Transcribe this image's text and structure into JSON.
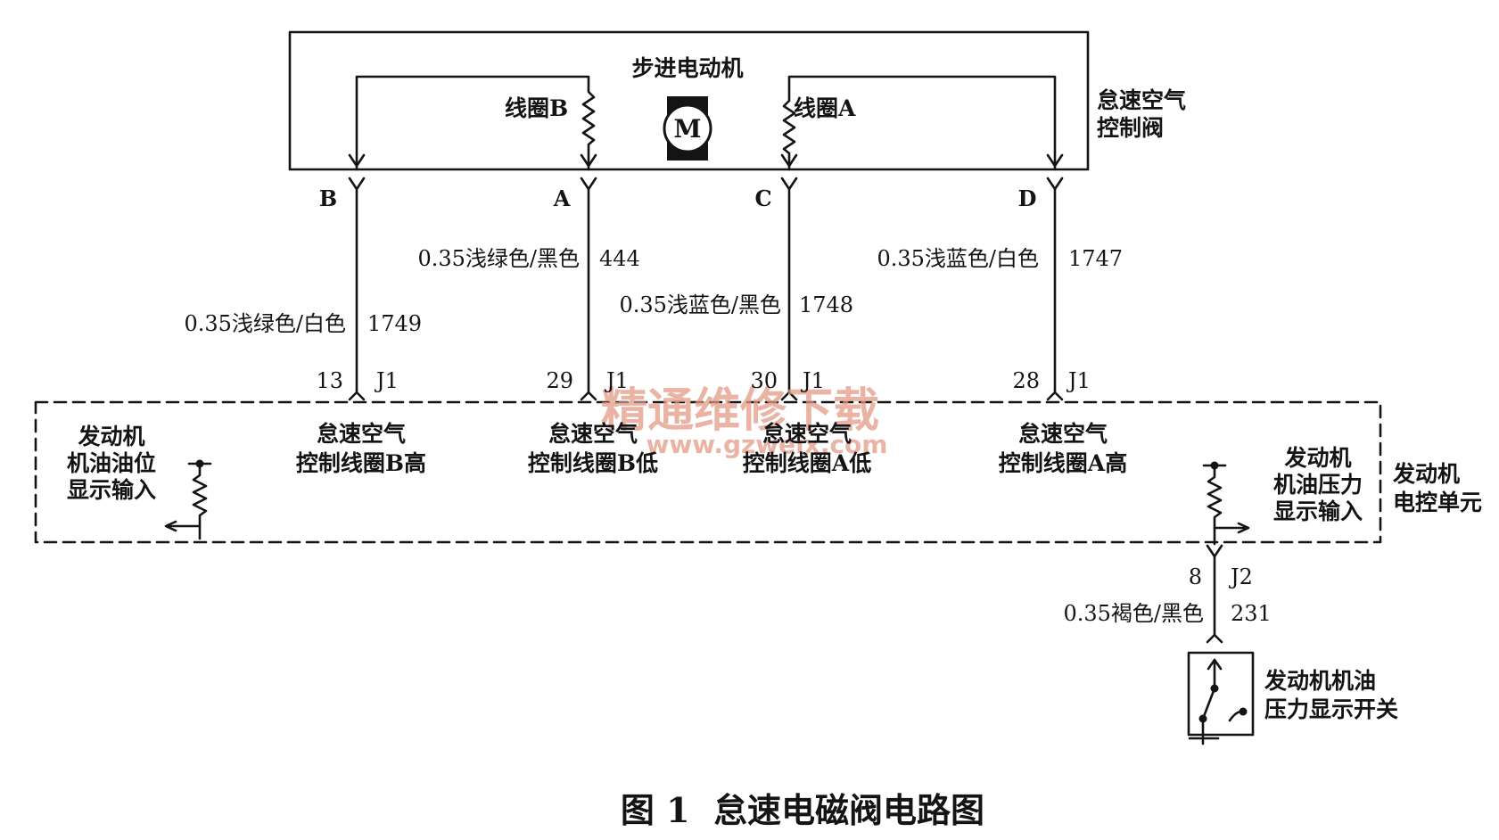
{
  "colors": {
    "ink": "#141414",
    "watermark": "#e49a86",
    "background": "#ffffff"
  },
  "iac_valve": {
    "label_line1": "怠速空气",
    "label_line2": "控制阀",
    "motor_label": "步进电动机",
    "motor_symbol": "M",
    "coil_b_label": "线圈B",
    "coil_a_label": "线圈A"
  },
  "connector_letters": [
    "B",
    "A",
    "C",
    "D"
  ],
  "wires": [
    {
      "spec": "0.35浅绿色/白色",
      "circuit": "1749",
      "pin": "13",
      "connector": "J1"
    },
    {
      "spec": "0.35浅绿色/黑色",
      "circuit": "444",
      "pin": "29",
      "connector": "J1"
    },
    {
      "spec": "0.35浅蓝色/黑色",
      "circuit": "1748",
      "pin": "30",
      "connector": "J1"
    },
    {
      "spec": "0.35浅蓝色/白色",
      "circuit": "1747",
      "pin": "28",
      "connector": "J1"
    }
  ],
  "ecu": {
    "label_line1": "发动机",
    "label_line2": "电控单元",
    "oil_level_input": [
      "发动机",
      "机油油位",
      "显示输入"
    ],
    "oil_pressure_input": [
      "发动机",
      "机油压力",
      "显示输入"
    ],
    "driver_labels": [
      {
        "line1": "怠速空气",
        "line2": "控制线圈B高"
      },
      {
        "line1": "怠速空气",
        "line2": "控制线圈B低"
      },
      {
        "line1": "怠速空气",
        "line2": "控制线圈A低"
      },
      {
        "line1": "怠速空气",
        "line2": "控制线圈A高"
      }
    ]
  },
  "pressure_circuit": {
    "pin": "8",
    "connector": "J2",
    "spec": "0.35褐色/黑色",
    "circuit": "231",
    "switch_label_line1": "发动机机油",
    "switch_label_line2": "压力显示开关"
  },
  "watermark": {
    "line1": "精通维修下载",
    "line2": "www.gzweix.com"
  },
  "caption": "图 1  怠速电磁阀电路图"
}
